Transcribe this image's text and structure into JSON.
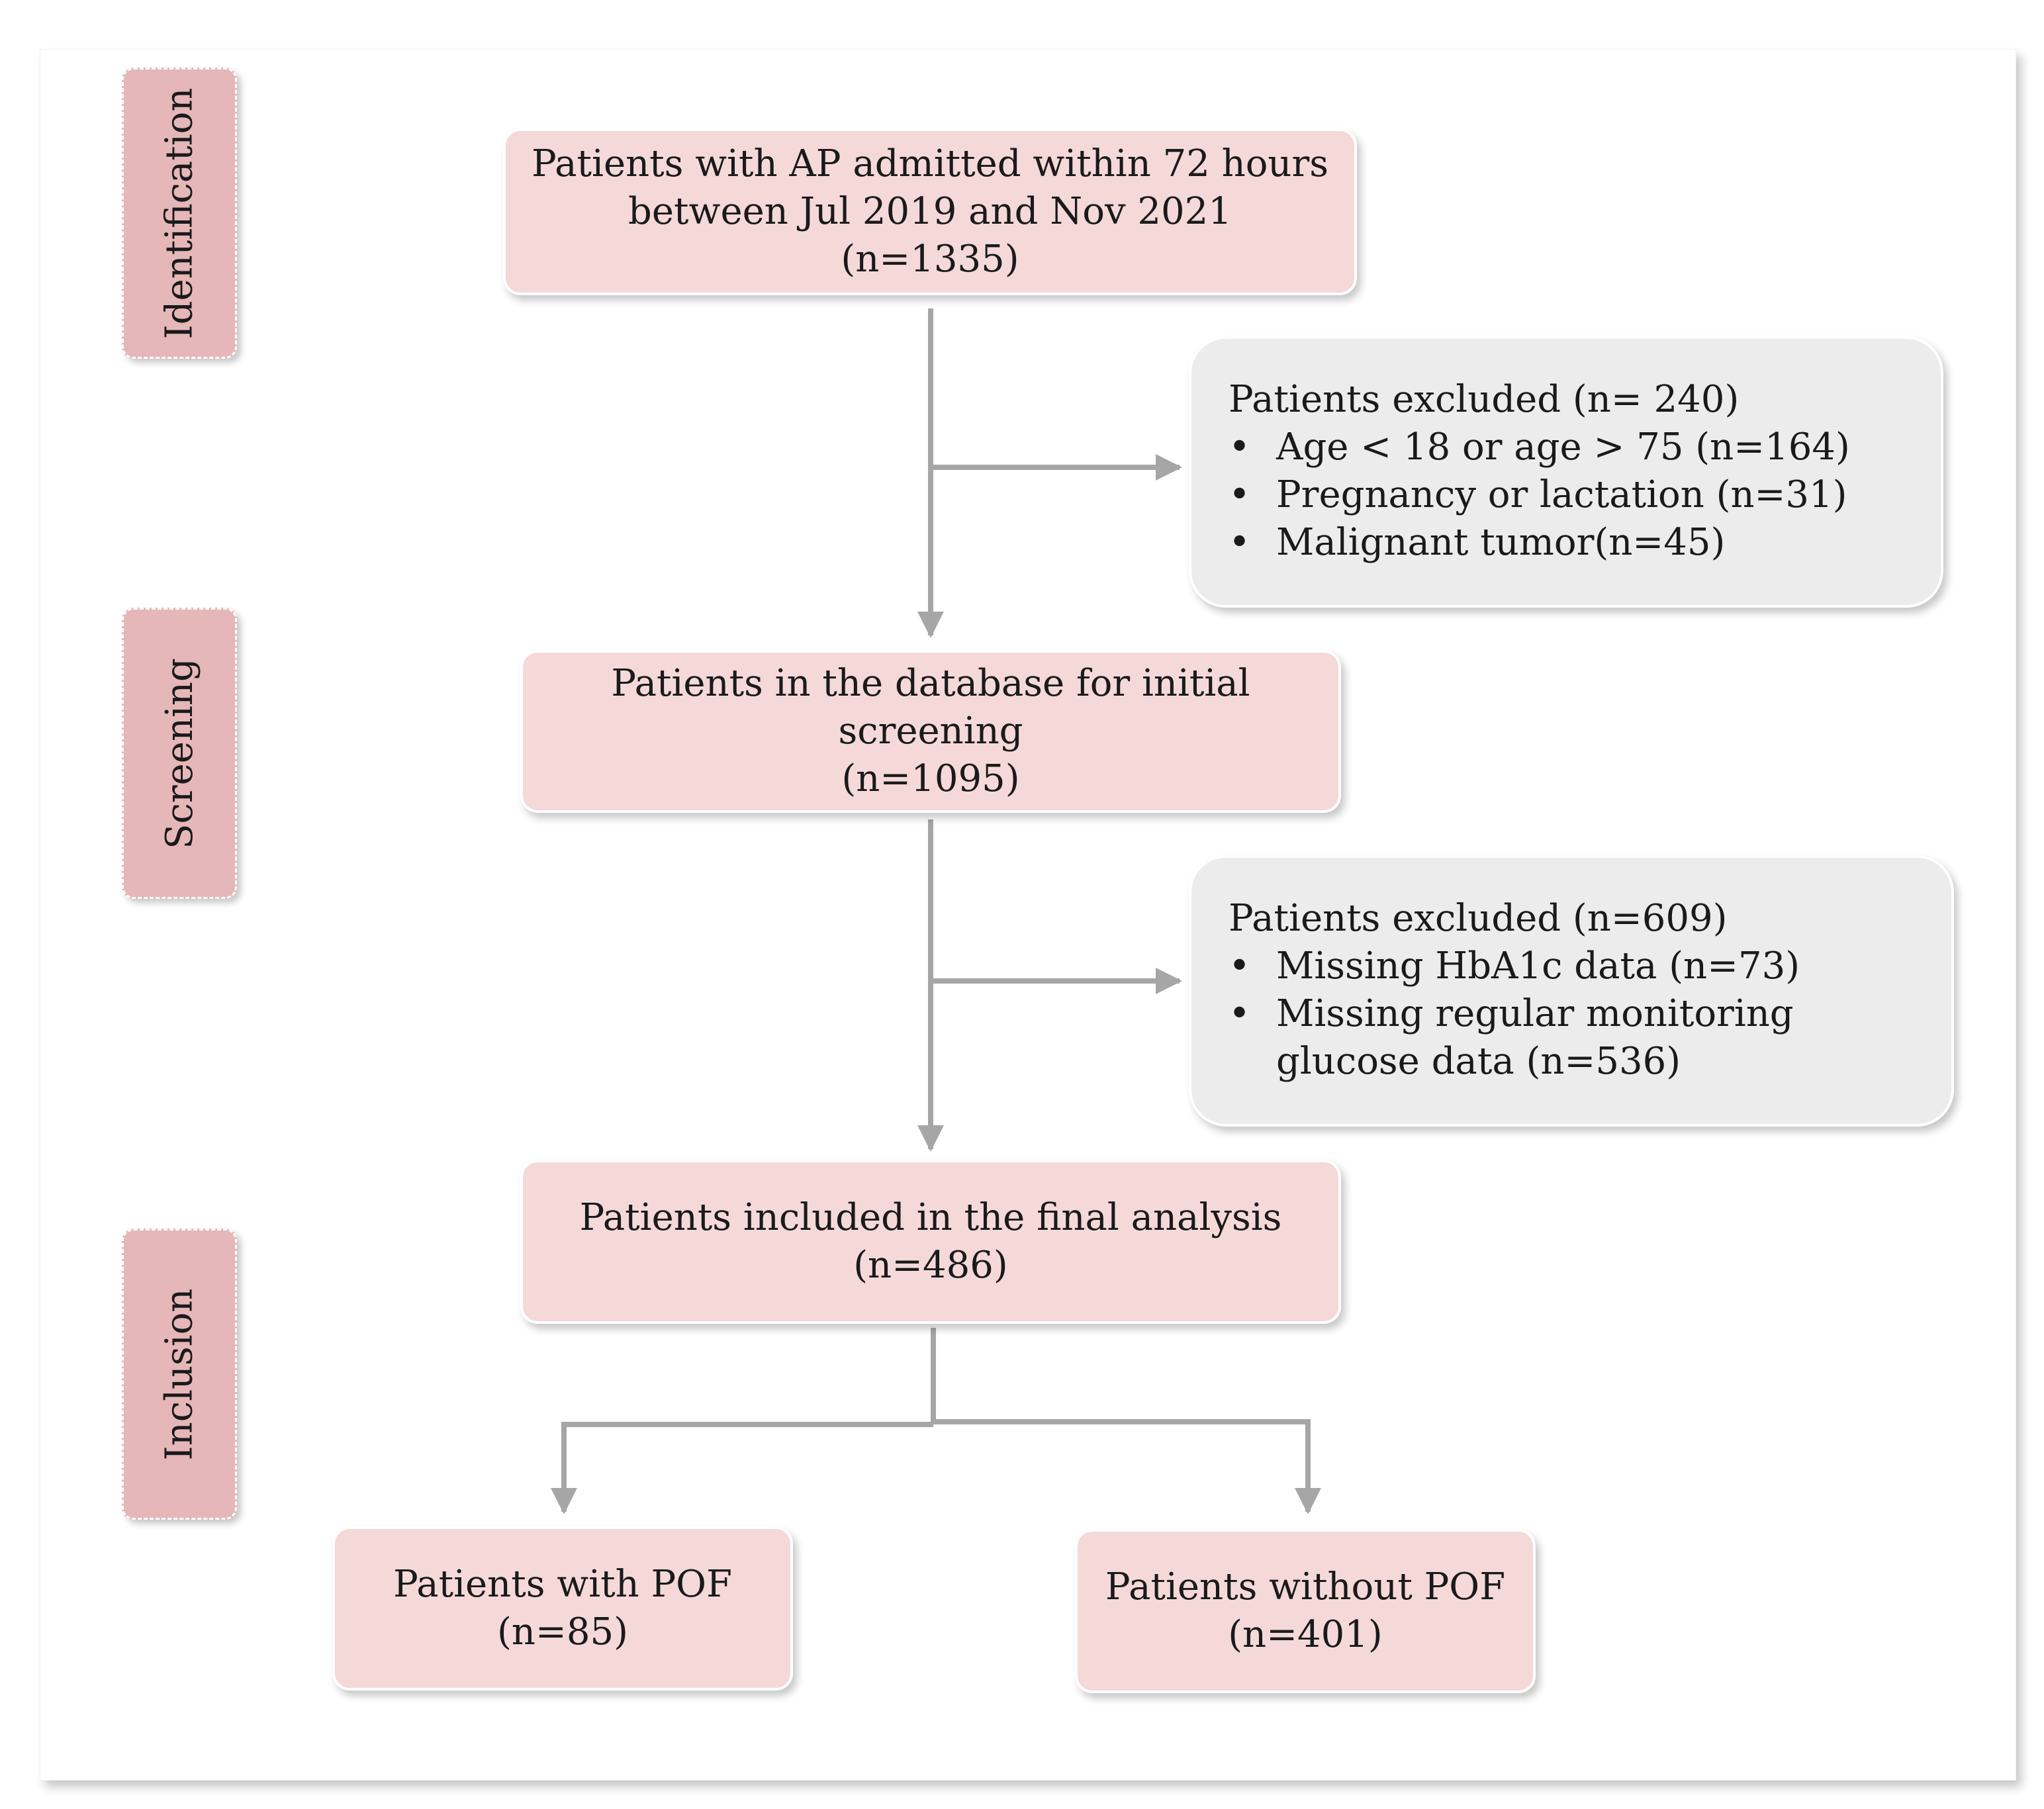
{
  "phases": {
    "identification": "Identification",
    "screening": "Screening",
    "inclusion": "Inclusion"
  },
  "boxes": {
    "admitted": {
      "lines": [
        "Patients with AP admitted within 72 hours",
        "between Jul 2019 and Nov 2021",
        "(n=1335)"
      ]
    },
    "excluded_1": {
      "title": "Patients excluded (n= 240)",
      "items": [
        "Age  < 18 or age > 75 (n=164)",
        "Pregnancy or lactation (n=31)",
        "Malignant tumor(n=45)"
      ]
    },
    "screening": {
      "lines": [
        "Patients in the database for initial screening",
        "(n=1095)"
      ]
    },
    "excluded_2": {
      "title": "Patients excluded (n=609)",
      "items": [
        "Missing HbA1c data (n=73)",
        "Missing regular monitoring glucose data (n=536)"
      ]
    },
    "final": {
      "lines": [
        "Patients included in the final analysis",
        "(n=486)"
      ]
    },
    "with_pof": {
      "lines": [
        "Patients with POF",
        "(n=85)"
      ]
    },
    "without_pof": {
      "lines": [
        "Patients without POF",
        "(n=401)"
      ]
    }
  },
  "colors": {
    "phase_fill": "#e6b7b8",
    "box_fill": "#f4d9d8",
    "exclusion_fill": "#ececec",
    "arrow": "#a6a6a6"
  }
}
